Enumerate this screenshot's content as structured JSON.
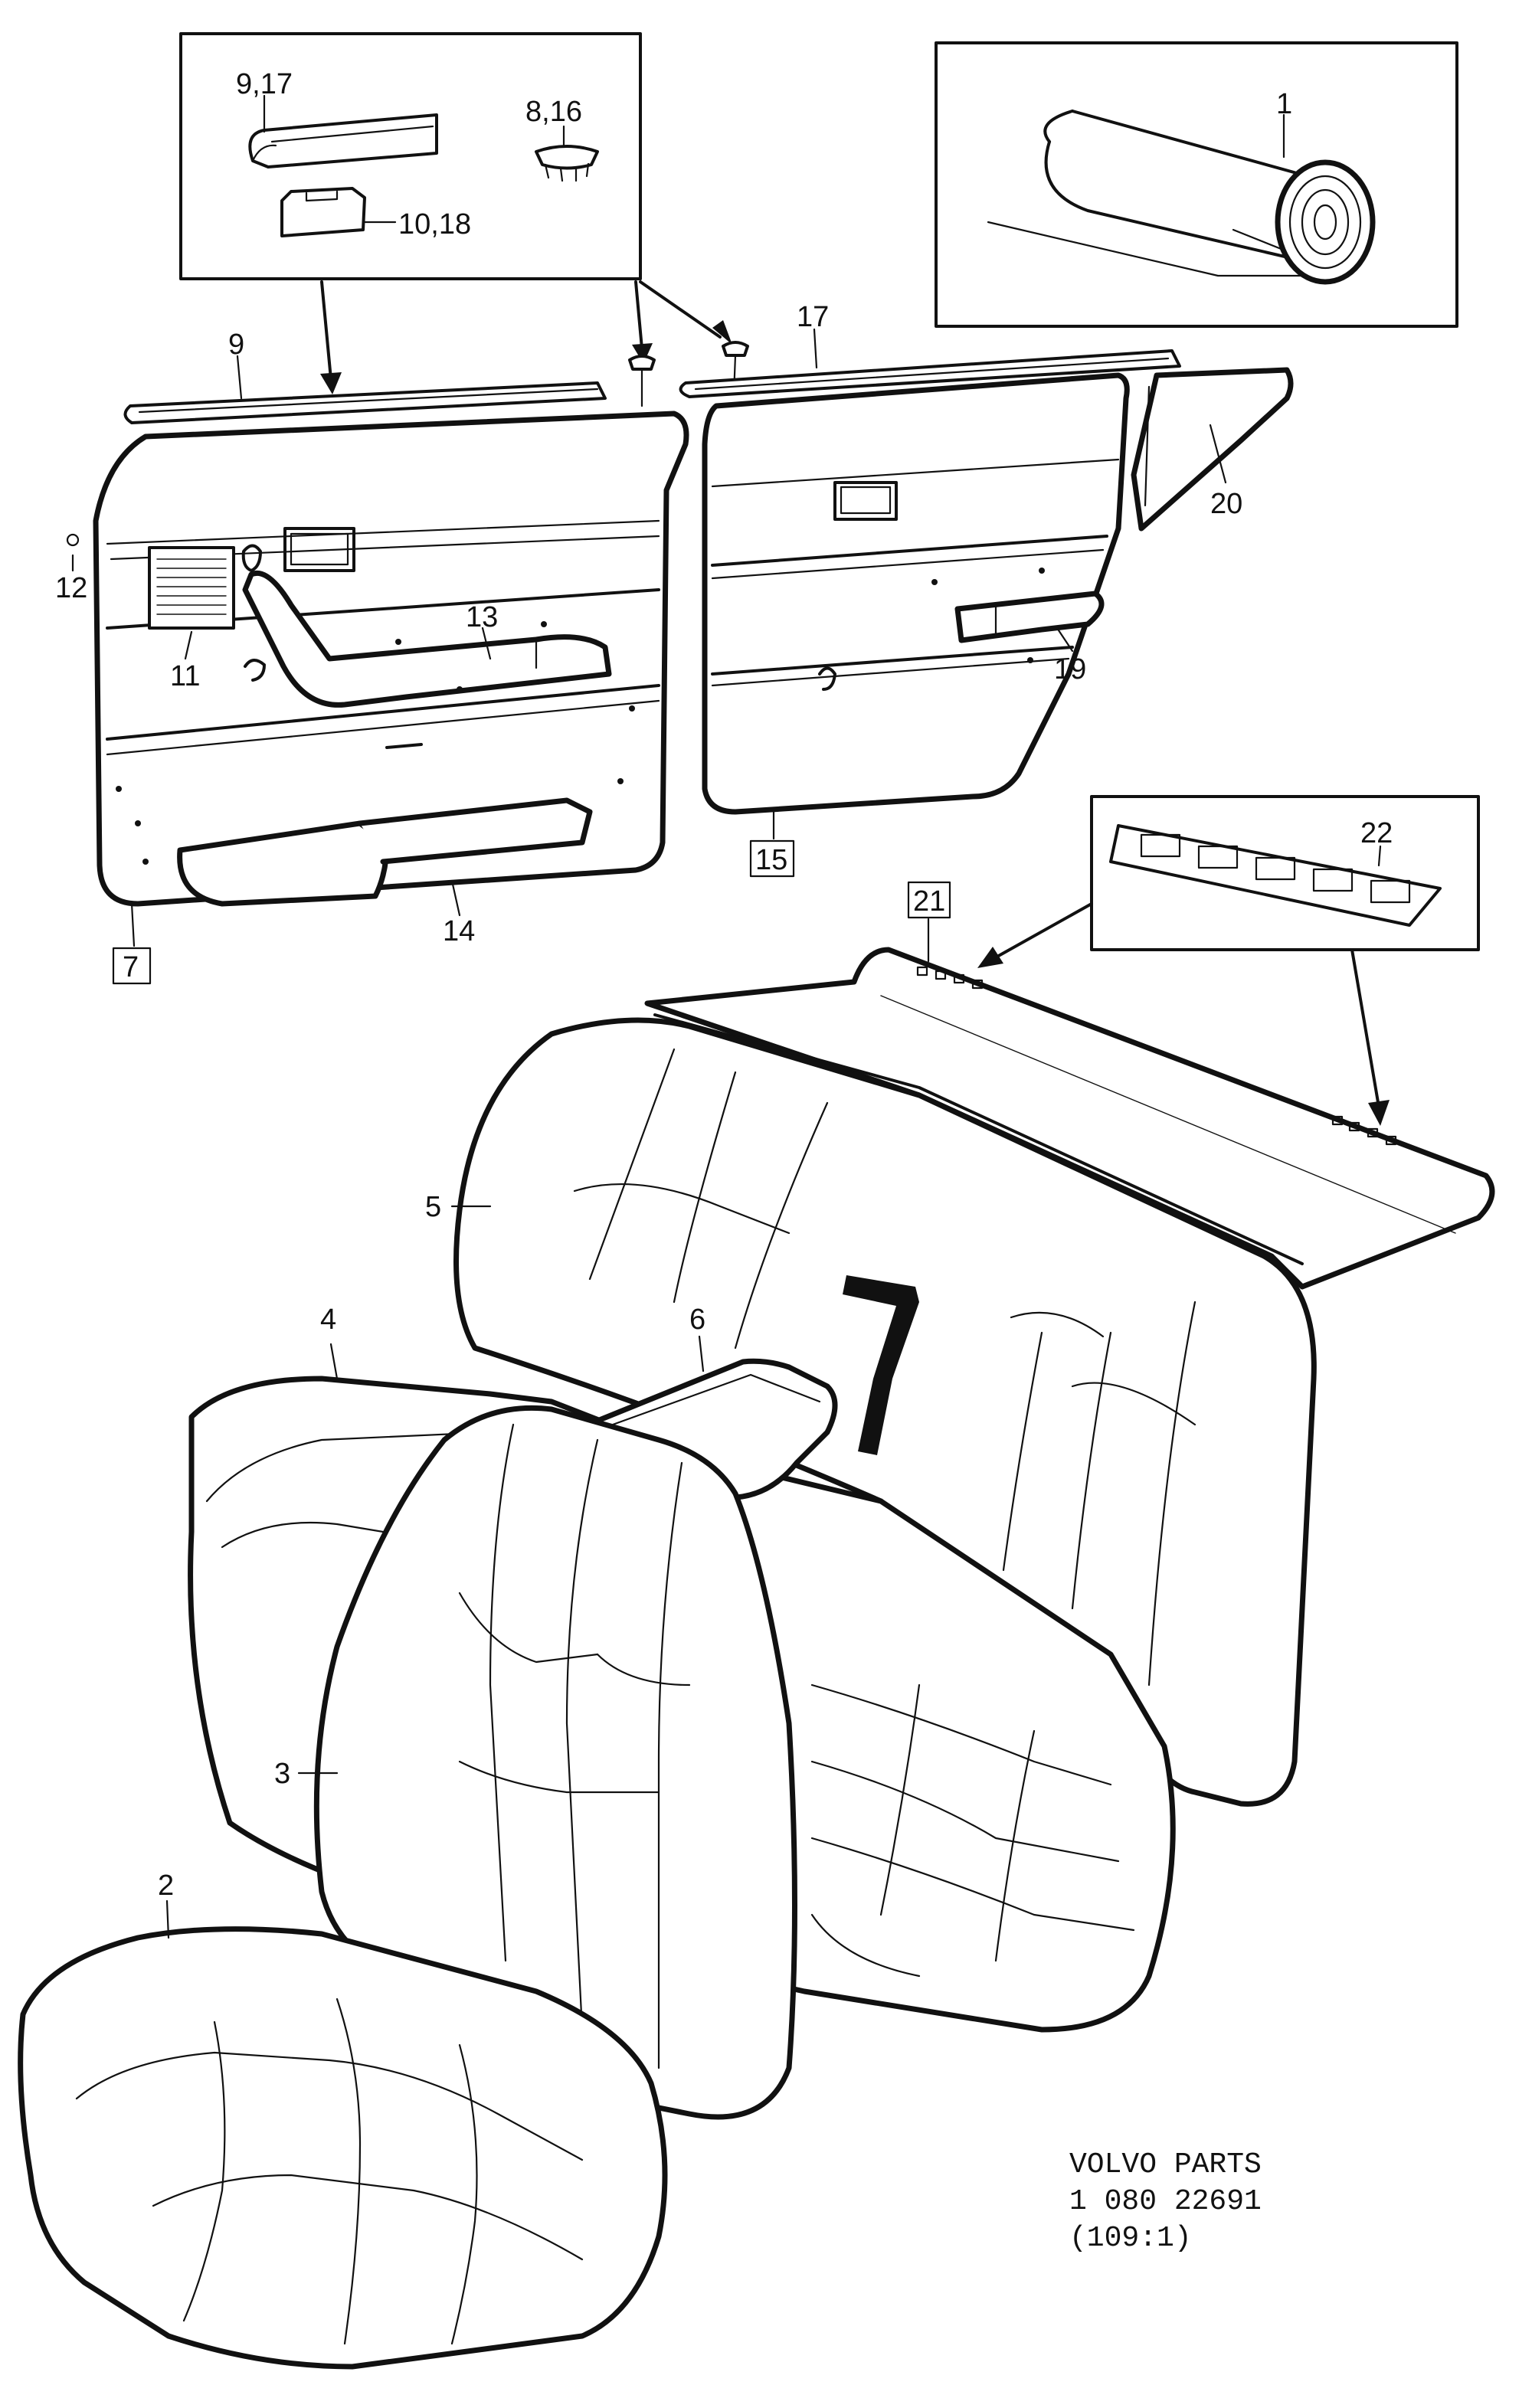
{
  "diagram": {
    "callouts": {
      "c1": "1",
      "c2": "2",
      "c3": "3",
      "c4": "4",
      "c5": "5",
      "c6": "6",
      "c7": "7",
      "c8_16": "8,16",
      "c9": "9",
      "c9_17": "9,17",
      "c10_18": "10,18",
      "c11": "11",
      "c12": "12",
      "c13": "13",
      "c14": "14",
      "c15": "15",
      "c17": "17",
      "c19": "19",
      "c20": "20",
      "c21": "21",
      "c22": "22"
    },
    "footer": {
      "brand": "VOLVO PARTS",
      "number": "1 080 22691",
      "ref": "(109:1)"
    }
  }
}
